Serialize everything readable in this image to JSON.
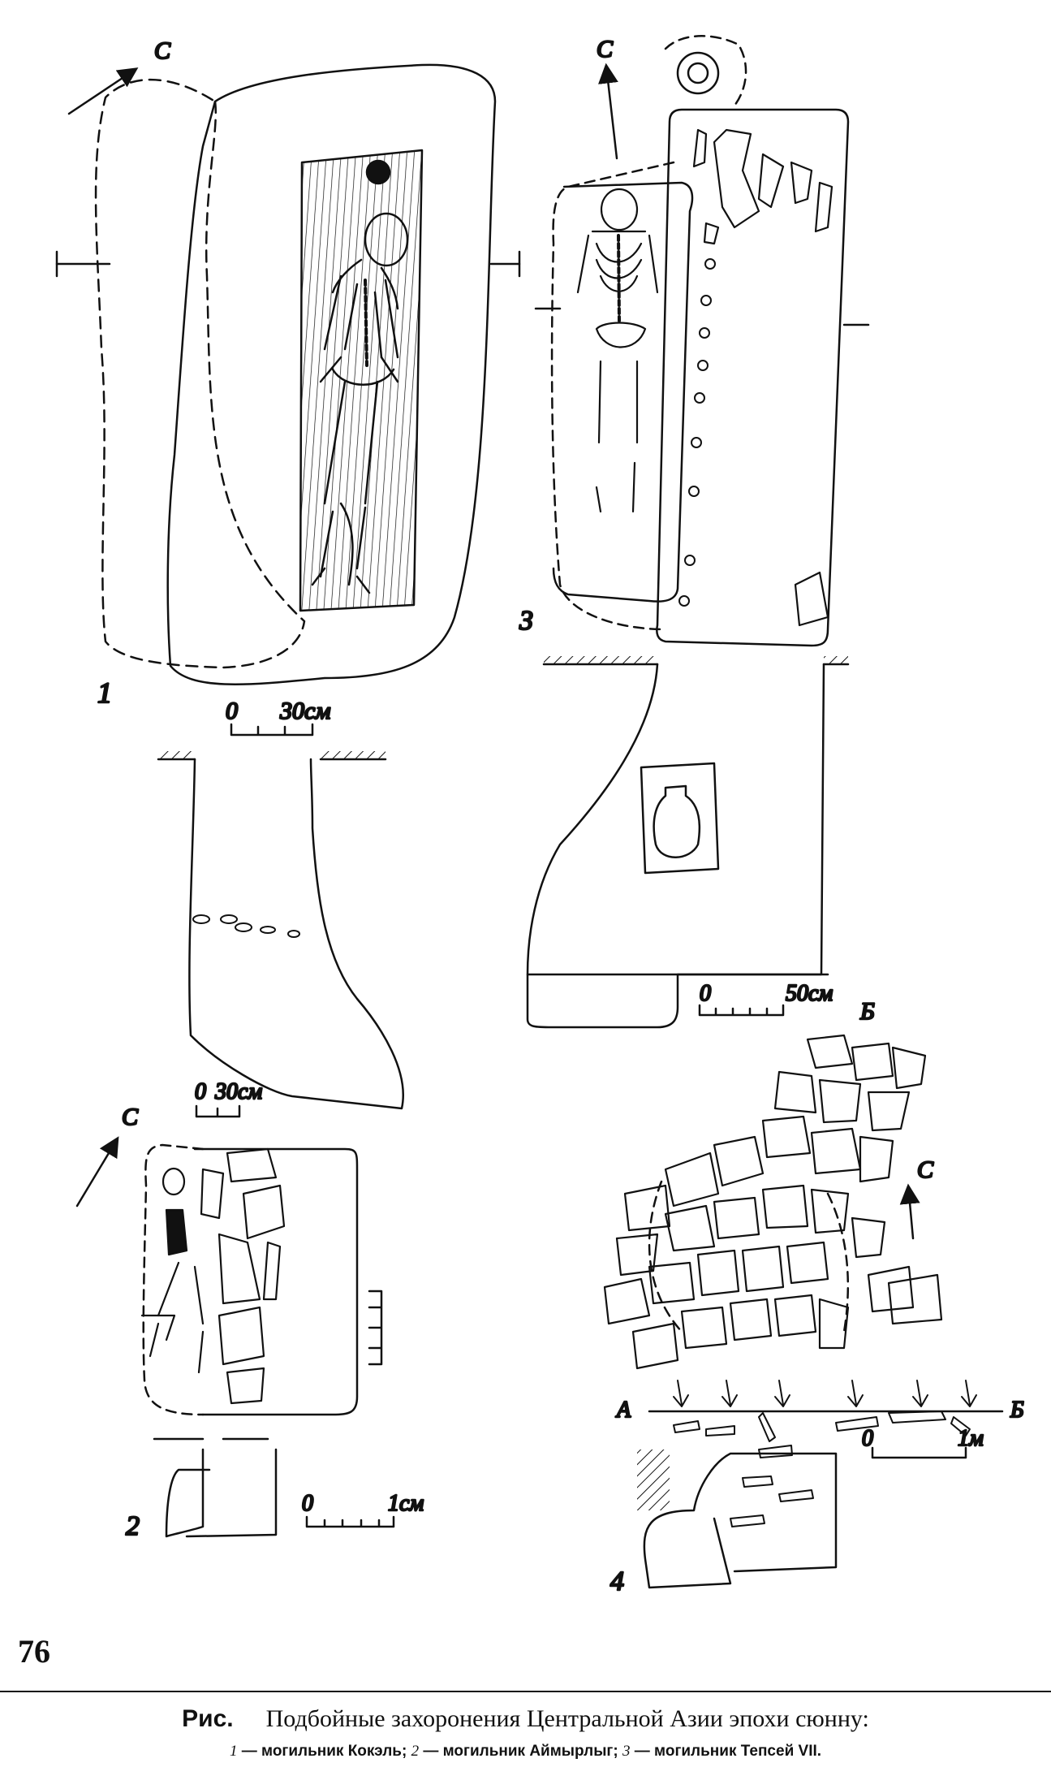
{
  "figure": {
    "north_label": "С",
    "panels": [
      {
        "number": "1",
        "scale_zero": "0",
        "scale_value": "30см",
        "section_scale_zero": "0",
        "section_scale_value": "30см"
      },
      {
        "number": "2",
        "scale_zero": "0",
        "scale_value": "1см"
      },
      {
        "number": "3",
        "scale_zero": "0",
        "scale_value": "50см"
      },
      {
        "number": "4",
        "scale_zero": "0",
        "scale_value": "1м",
        "section_start": "А",
        "section_end": "Б",
        "section_mark": "Б"
      }
    ]
  },
  "page_number": "76",
  "caption": {
    "label": "Рис.",
    "title": "Подбойные захоронения Центральной Азии эпохи сюнну:",
    "items": [
      {
        "num": "1",
        "text": "— могильник Кокэль;"
      },
      {
        "num": "2",
        "text": "— могильник Аймырлыг;"
      },
      {
        "num": "3",
        "text": "— могильник Тепсей VII."
      }
    ]
  }
}
